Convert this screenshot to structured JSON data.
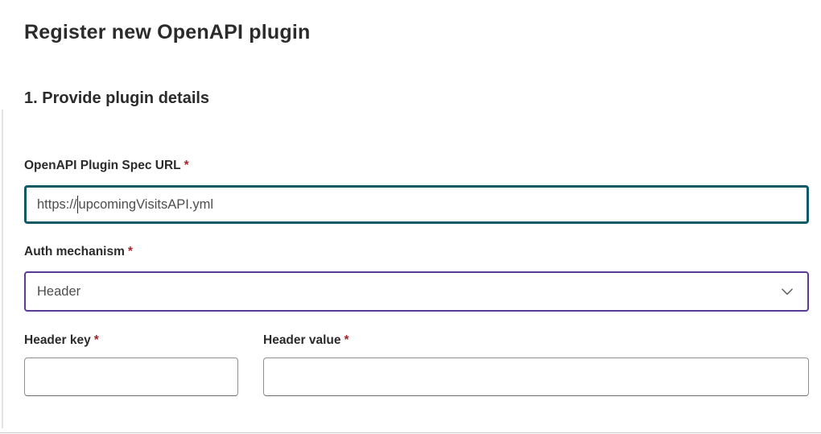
{
  "dialog": {
    "title": "Register new OpenAPI plugin",
    "section_heading": "1. Provide plugin details"
  },
  "form": {
    "spec_url": {
      "label": "OpenAPI Plugin Spec URL",
      "required_marker": "*",
      "value": "https://upcomingVisitsAPI.yml",
      "value_before_caret": "https://",
      "value_after_caret": "upcomingVisitsAPI.yml"
    },
    "auth_mechanism": {
      "label": "Auth mechanism",
      "required_marker": "*",
      "selected_option": "Header"
    },
    "header_key": {
      "label": "Header key",
      "required_marker": "*",
      "value": "",
      "placeholder": ""
    },
    "header_value": {
      "label": "Header value",
      "required_marker": "*",
      "value": "",
      "placeholder": ""
    }
  },
  "icons": {
    "dropdown_chevron": "chevron-down"
  },
  "colors": {
    "focused_input_border": "#105a68",
    "dropdown_border": "#5c3a96",
    "required_red": "#a4262c",
    "default_input_border": "#909090",
    "heading_text": "#2b2b2b",
    "input_text": "#4d4d4d",
    "divider": "#c9c9c9"
  }
}
